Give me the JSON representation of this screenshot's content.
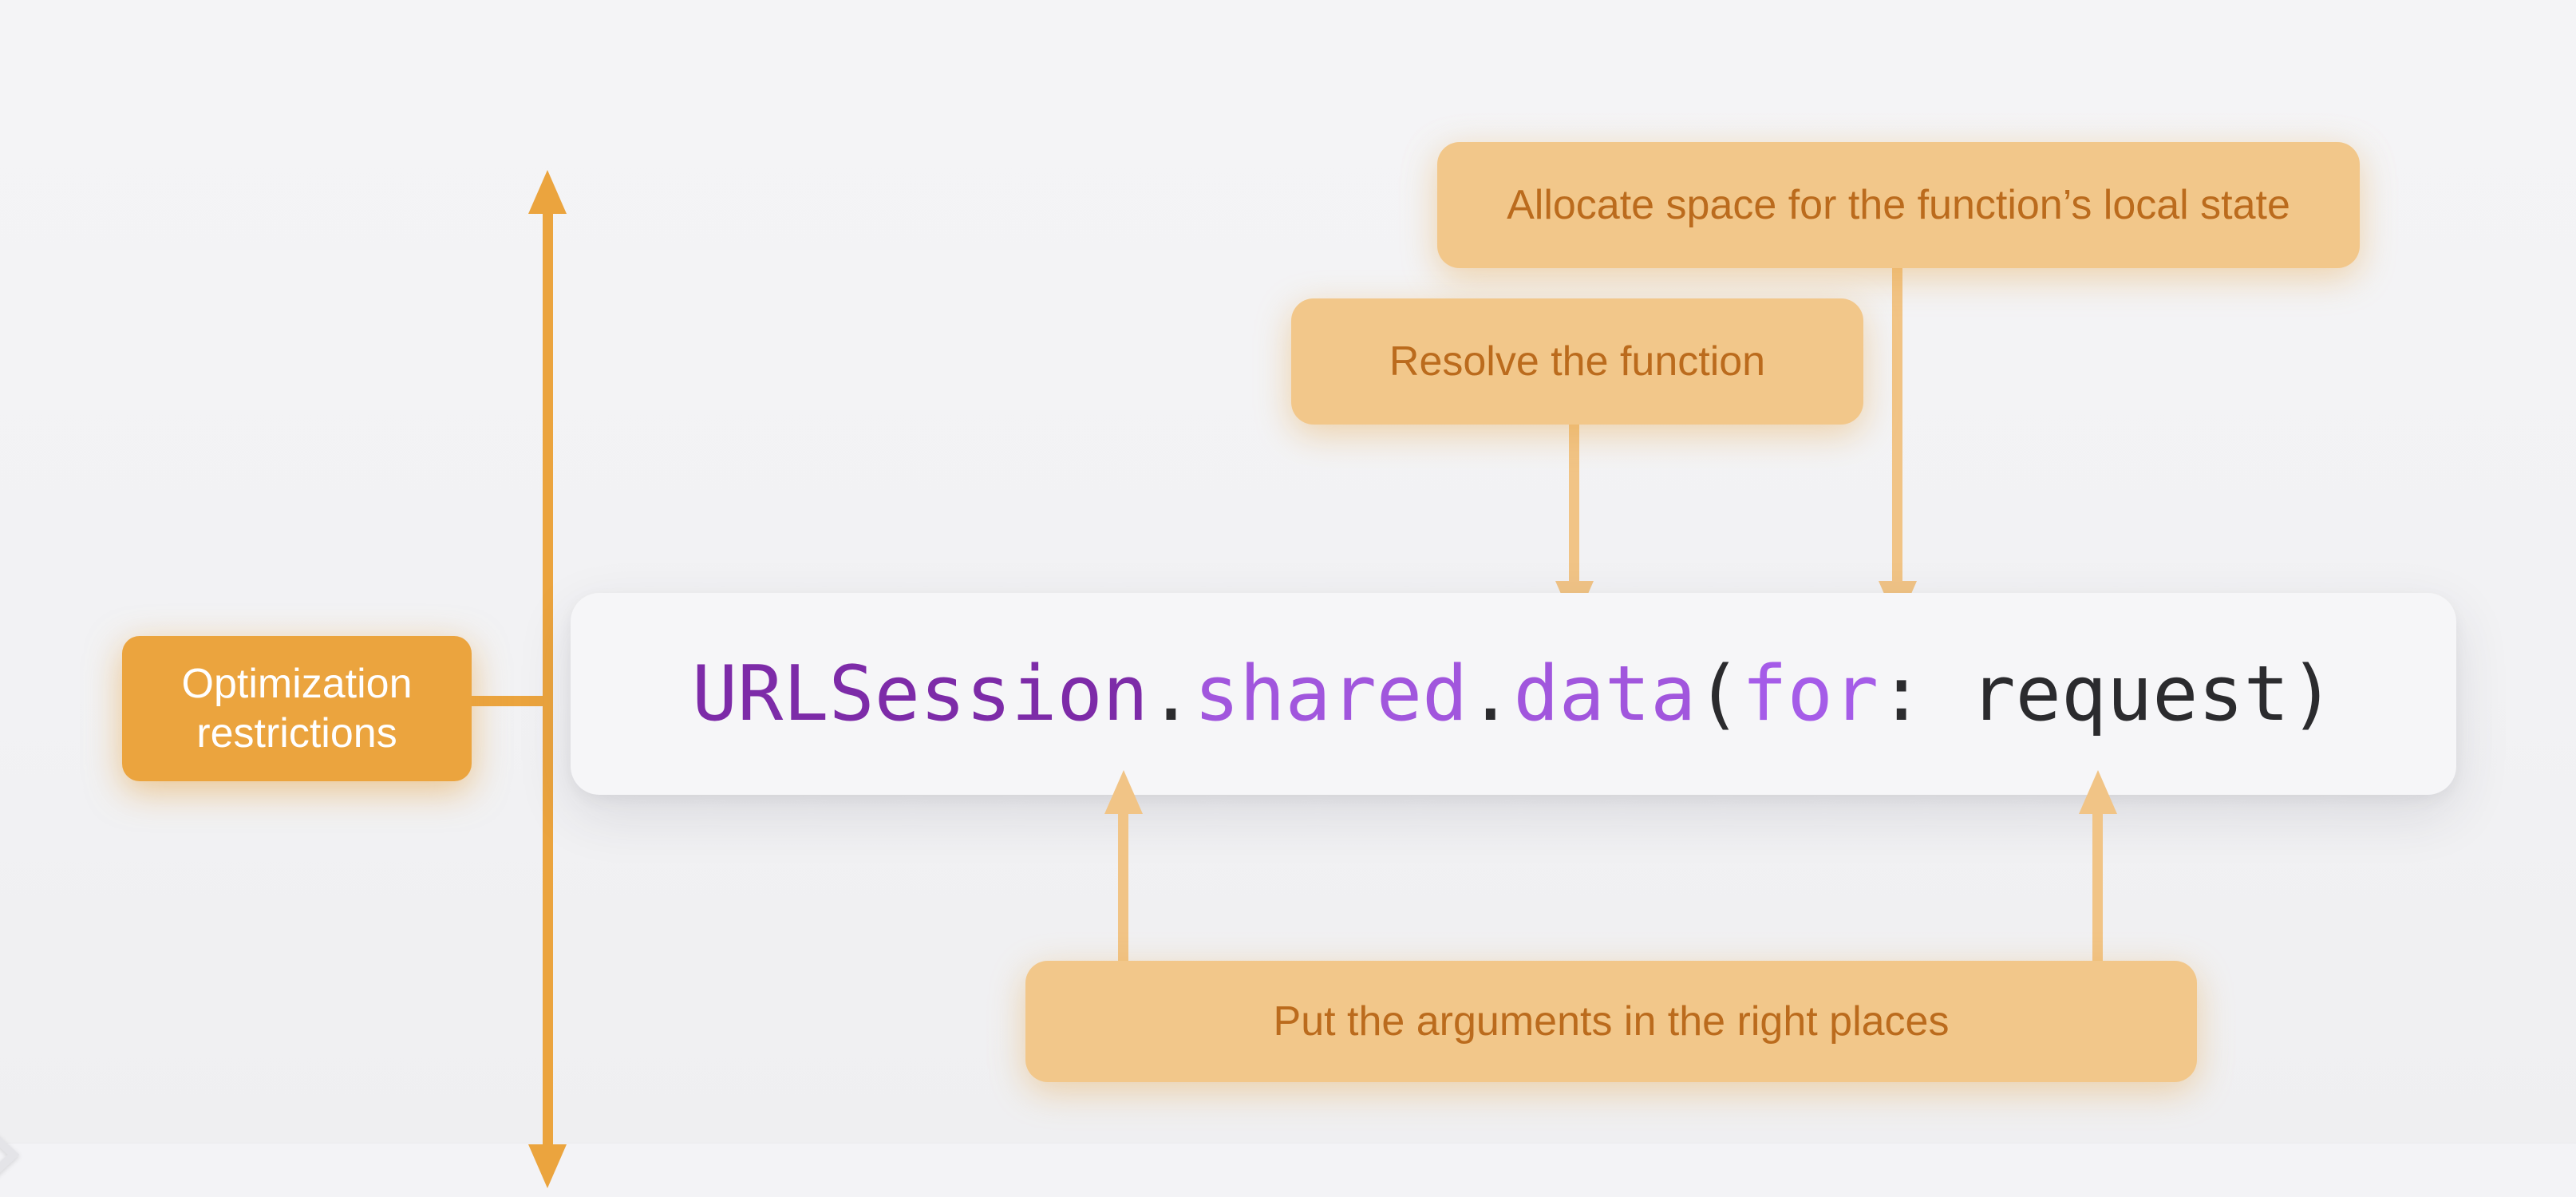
{
  "slide": {
    "code": {
      "tokens": [
        {
          "text": "URLSession",
          "role": "type"
        },
        {
          "text": ".",
          "role": "plain"
        },
        {
          "text": "shared",
          "role": "member"
        },
        {
          "text": ".",
          "role": "plain"
        },
        {
          "text": "data",
          "role": "member"
        },
        {
          "text": "(",
          "role": "plain"
        },
        {
          "text": "for",
          "role": "keyword"
        },
        {
          "text": ": ",
          "role": "plain"
        },
        {
          "text": "request",
          "role": "plain"
        },
        {
          "text": ")",
          "role": "plain"
        }
      ]
    },
    "callouts": {
      "allocate": {
        "label": "Allocate space for the function’s local state"
      },
      "resolve": {
        "label": "Resolve the function"
      },
      "arguments": {
        "label": "Put the arguments in the right places"
      },
      "optimization": {
        "line1": "Optimization",
        "line2": "restrictions"
      }
    },
    "colors": {
      "background": "#f2f2f4",
      "code_panel": "#f6f6f8",
      "code_type": "#7d2ba8",
      "code_member": "#a156dd",
      "code_keyword": "#a55ce8",
      "code_plain": "#2b2b2e",
      "callout_light_bg": "#f2c78a",
      "callout_light_text": "#bb6b1d",
      "callout_strong_bg": "#eba43e",
      "callout_strong_text": "#ffffff",
      "arrow_light": "#f1c486",
      "arrow_strong": "#eba43e",
      "chevron": "#e4e4e8"
    }
  }
}
